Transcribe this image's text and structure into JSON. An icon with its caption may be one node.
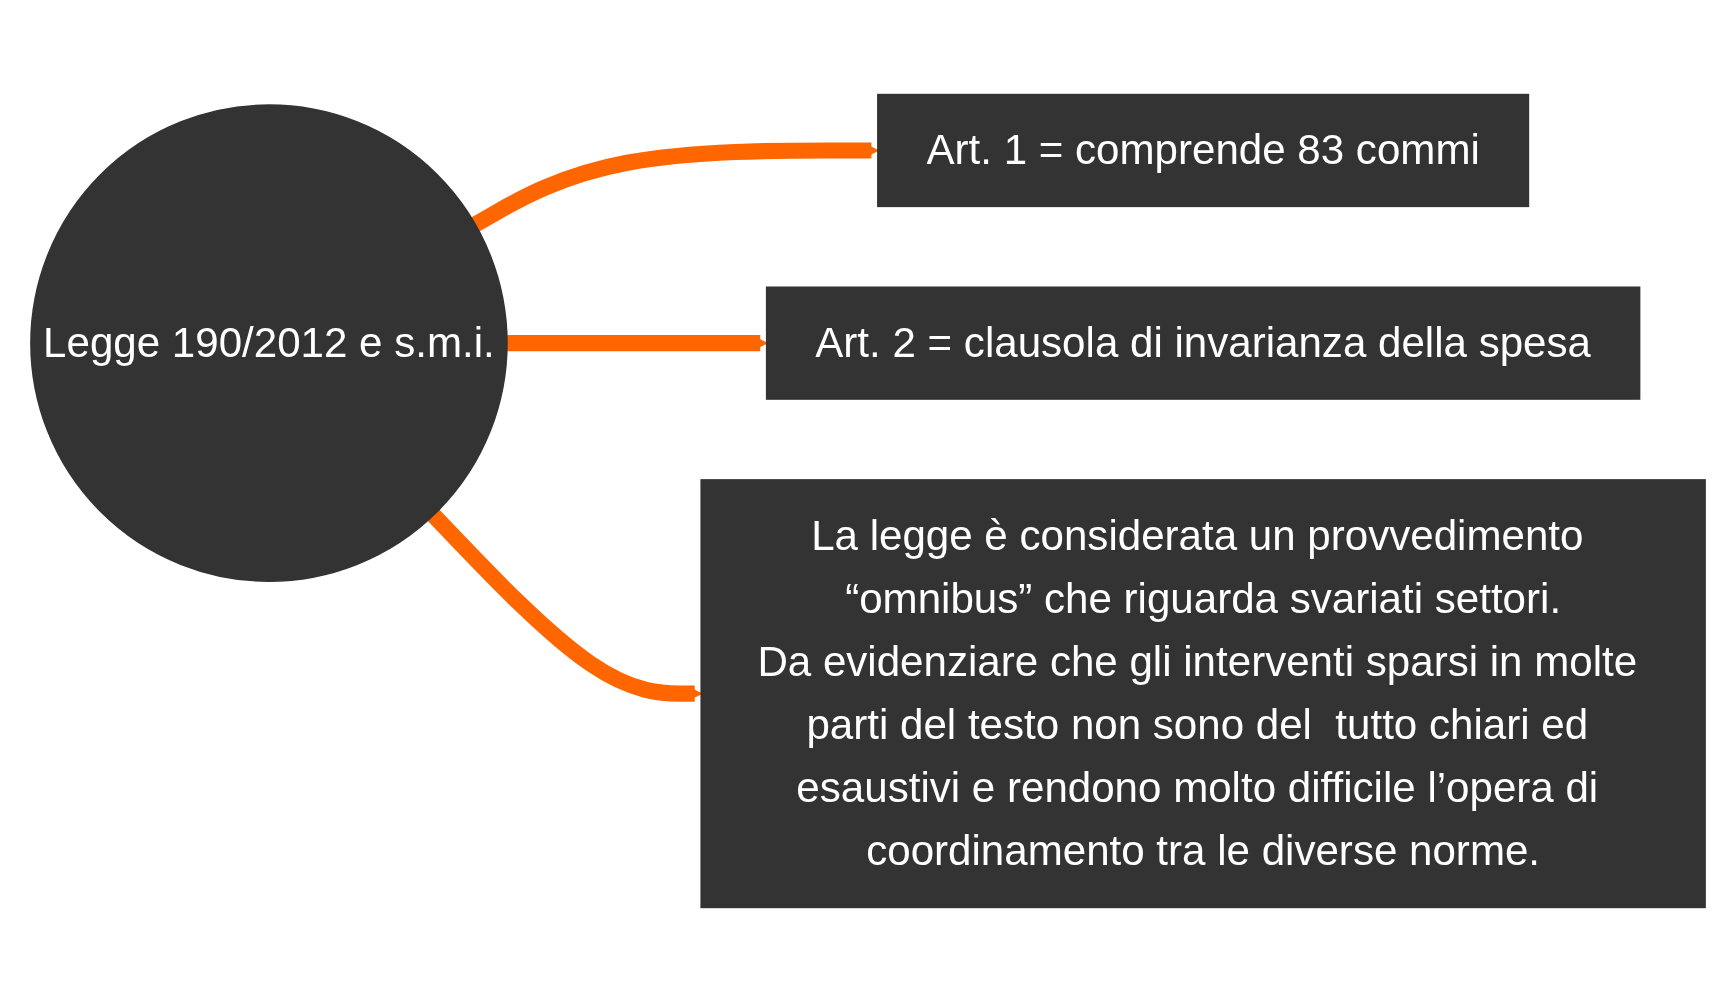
{
  "diagram": {
    "nodes": [
      {
        "text": [
          "Legge 190/2012 e s.m.i."
        ]
      },
      {
        "text": [
          "Art. 1 = comprende 83 commi"
        ]
      },
      {
        "text": [
          "Art. 2 = clausola di invarianza della spesa"
        ]
      },
      {
        "text": [
          "La legge è considerata un provvedimento “omnibus” che riguarda svariati settori.",
          "Da evidenziare che gli interventi sparsi in molte parti del testo non sono del  tutto chiari ed esaustivi e rendono molto difficile l’opera di coordinamento tra le diverse norme."
        ]
      }
    ],
    "edges": [
      {
        "from": 0,
        "to": 1,
        "arrow": "to"
      },
      {
        "from": 0,
        "to": 2,
        "arrow": "to"
      },
      {
        "from": 0,
        "to": 3,
        "arrow": "to"
      }
    ]
  }
}
